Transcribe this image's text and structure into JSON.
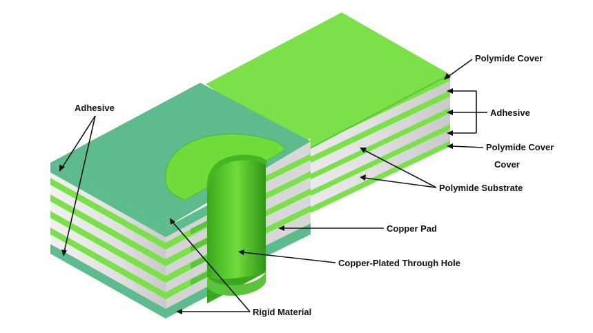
{
  "labels": {
    "adhesive_left": "Adhesive",
    "polymide_cover_top": "Polymide Cover",
    "adhesive_right": "Adhesive",
    "polymide_cover_lower": "Polymide Cover",
    "cover": "Cover",
    "polymide_substrate": "Polymide Substrate",
    "copper_pad": "Copper Pad",
    "copper_plated_through_hole": "Copper-Plated Through Hole",
    "rigid_material": "Rigid Material"
  },
  "colors": {
    "polymide_green": "#7be04a",
    "rigid_teal": "#5dbb8e",
    "substrate_gray": "#e2e2e2",
    "copper_green": "#5cc43a",
    "text": "#111111"
  }
}
